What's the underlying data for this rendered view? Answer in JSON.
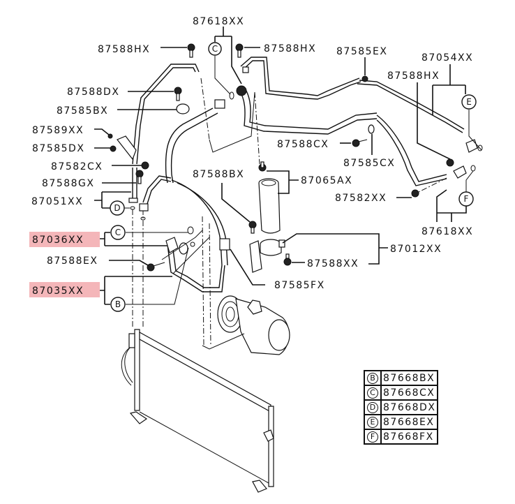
{
  "diagram": {
    "title": "A/C Refrigerant Lines Parts Diagram",
    "highlight_color": "#f4b6b9",
    "labels": {
      "l87618_top": "87618XX",
      "l87588hx_left": "87588HX",
      "l87588hx_top": "87588HX",
      "l87585ex": "87585EX",
      "l87054xx": "87054XX",
      "l87588hx_right": "87588HX",
      "l87588dx": "87588DX",
      "l87585bx": "87585BX",
      "l87589xx": "87589XX",
      "l87585dx": "87585DX",
      "l87582cx": "87582CX",
      "l87588gx": "87588GX",
      "l87051xx": "87051XX",
      "l87036xx": "87036XX",
      "l87588ex": "87588EX",
      "l87035xx": "87035XX",
      "l87588cx": "87588CX",
      "l87585cx": "87585CX",
      "l87588bx": "87588BX",
      "l87065ax": "87065AX",
      "l87582xx": "87582XX",
      "l87618_right": "87618XX",
      "l87012xx": "87012XX",
      "l87588xx": "87588XX",
      "l87585fx": "87585FX"
    },
    "highlighted_parts": [
      "87036XX",
      "87035XX"
    ],
    "callouts": {
      "b": "B",
      "c": "C",
      "d": "D",
      "e": "E",
      "f": "F"
    }
  },
  "legend": {
    "rows": [
      {
        "letter": "B",
        "part": "87668BX"
      },
      {
        "letter": "C",
        "part": "87668CX"
      },
      {
        "letter": "D",
        "part": "87668DX"
      },
      {
        "letter": "E",
        "part": "87668EX"
      },
      {
        "letter": "F",
        "part": "87668FX"
      }
    ]
  }
}
